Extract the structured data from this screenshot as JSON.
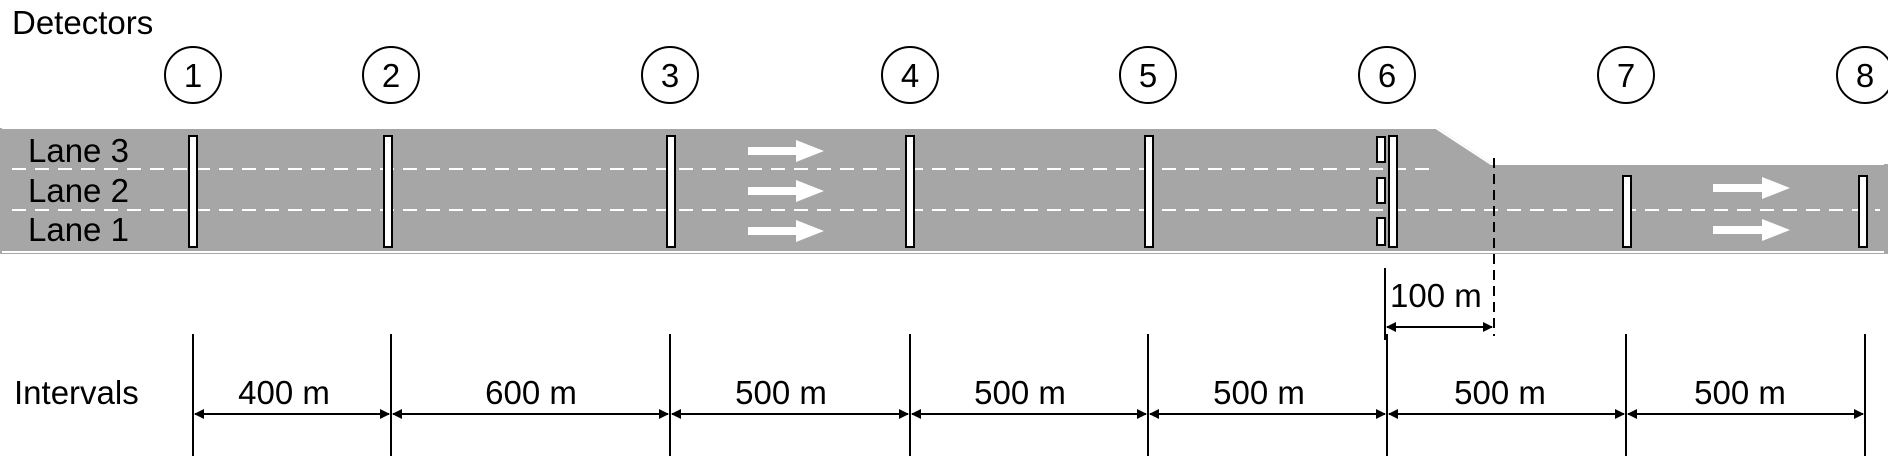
{
  "title": "Detectors",
  "intervals_label": "Intervals",
  "lanes": [
    "Lane 3",
    "Lane 2",
    "Lane 1"
  ],
  "detectors": [
    {
      "id": "1"
    },
    {
      "id": "2"
    },
    {
      "id": "3"
    },
    {
      "id": "4"
    },
    {
      "id": "5"
    },
    {
      "id": "6"
    },
    {
      "id": "7"
    },
    {
      "id": "8"
    }
  ],
  "intervals": [
    "400 m",
    "600 m",
    "500 m",
    "500 m",
    "500 m",
    "500 m",
    "500 m"
  ],
  "lane_drop_offset": "100 m",
  "colors": {
    "road": "#a6a6a6",
    "marking": "#ffffff",
    "line": "#000000"
  }
}
